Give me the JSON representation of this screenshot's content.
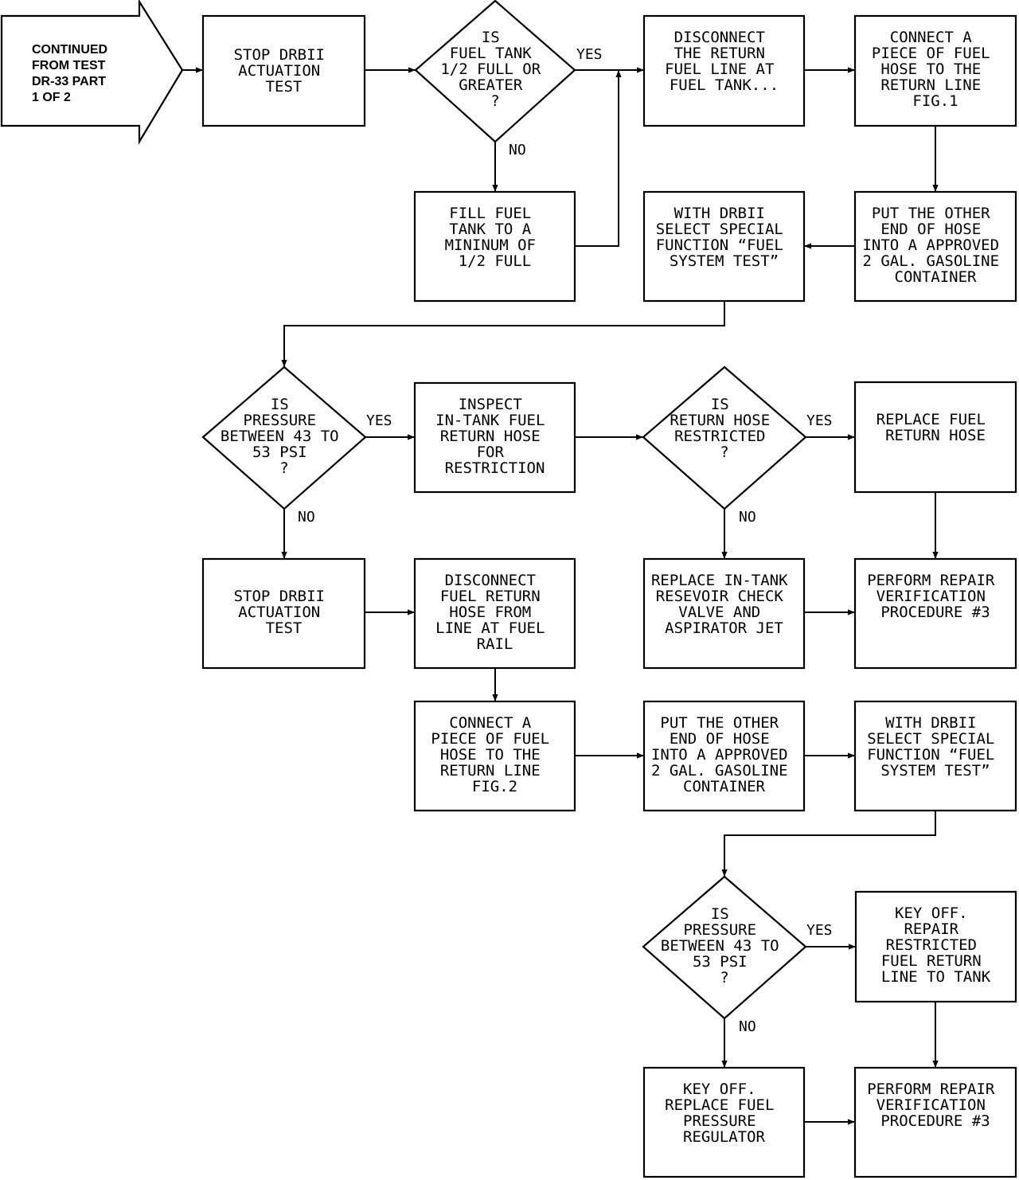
{
  "start": {
    "lines": [
      "CONTINUED",
      "FROM TEST",
      "DR-33 PART",
      "1 OF 2"
    ]
  },
  "nodes": {
    "n_stop1": {
      "lines": [
        "STOP DRBII",
        "ACTUATION",
        "TEST"
      ]
    },
    "d_tank": {
      "lines": [
        "IS",
        "FUEL TANK",
        "1/2 FULL OR",
        "GREATER",
        "?"
      ]
    },
    "n_fill": {
      "lines": [
        "FILL FUEL",
        "TANK TO A",
        "MININUM OF",
        "1/2 FULL"
      ]
    },
    "n_disc1": {
      "lines": [
        "DISCONNECT",
        "THE RETURN",
        "FUEL LINE AT",
        "FUEL TANK..."
      ]
    },
    "n_conn1": {
      "lines": [
        "CONNECT A",
        "PIECE OF FUEL",
        "HOSE TO THE",
        "RETURN LINE",
        "FIG.1"
      ]
    },
    "n_put1": {
      "lines": [
        "PUT THE OTHER",
        "END OF HOSE",
        "INTO A APPROVED",
        "2 GAL. GASOLINE",
        "CONTAINER"
      ]
    },
    "n_drb1": {
      "lines": [
        "WITH DRBII",
        "SELECT SPECIAL",
        "FUNCTION “FUEL",
        "SYSTEM TEST”"
      ]
    },
    "d_press1": {
      "lines": [
        "IS",
        "PRESSURE",
        "BETWEEN 43 TO",
        "53 PSI",
        "?"
      ]
    },
    "n_inspect": {
      "lines": [
        "INSPECT",
        "IN-TANK FUEL",
        "RETURN HOSE",
        "FOR",
        "RESTRICTION"
      ]
    },
    "d_restr": {
      "lines": [
        "IS",
        "RETURN HOSE",
        "RESTRICTED",
        "?"
      ]
    },
    "n_repl_hose": {
      "lines": [
        "REPLACE FUEL",
        "RETURN HOSE"
      ]
    },
    "n_stop2": {
      "lines": [
        "STOP DRBII",
        "ACTUATION",
        "TEST"
      ]
    },
    "n_disc2": {
      "lines": [
        "DISCONNECT",
        "FUEL RETURN",
        "HOSE FROM",
        "LINE AT FUEL",
        "RAIL"
      ]
    },
    "n_repl_check": {
      "lines": [
        "REPLACE IN-TANK",
        "RESEVOIR CHECK",
        "VALVE AND",
        "ASPIRATOR JET"
      ]
    },
    "n_verify1": {
      "lines": [
        "PERFORM REPAIR",
        "VERIFICATION",
        "PROCEDURE #3"
      ]
    },
    "n_conn2": {
      "lines": [
        "CONNECT A",
        "PIECE OF FUEL",
        "HOSE TO THE",
        "RETURN LINE",
        "FIG.2"
      ]
    },
    "n_put2": {
      "lines": [
        "PUT THE OTHER",
        "END OF HOSE",
        "INTO A APPROVED",
        "2 GAL. GASOLINE",
        "CONTAINER"
      ]
    },
    "n_drb2": {
      "lines": [
        "WITH DRBII",
        "SELECT SPECIAL",
        "FUNCTION “FUEL",
        "SYSTEM TEST”"
      ]
    },
    "d_press2": {
      "lines": [
        "IS",
        "PRESSURE",
        "BETWEEN 43 TO",
        "53 PSI",
        "?"
      ]
    },
    "n_keyoff_repair": {
      "lines": [
        "KEY OFF.",
        "REPAIR",
        "RESTRICTED",
        "FUEL RETURN",
        "LINE TO TANK"
      ]
    },
    "n_keyoff_reg": {
      "lines": [
        "KEY OFF.",
        "REPLACE FUEL",
        "PRESSURE",
        "REGULATOR"
      ]
    },
    "n_verify2": {
      "lines": [
        "PERFORM REPAIR",
        "VERIFICATION",
        "PROCEDURE #3"
      ]
    }
  },
  "edges": [
    {
      "from": "start",
      "to": "n_stop1",
      "label": ""
    },
    {
      "from": "n_stop1",
      "to": "d_tank",
      "label": ""
    },
    {
      "from": "d_tank",
      "to": "n_disc1",
      "label": "YES"
    },
    {
      "from": "d_tank",
      "to": "n_fill",
      "label": "NO"
    },
    {
      "from": "n_fill",
      "to": "n_disc1",
      "label": ""
    },
    {
      "from": "n_disc1",
      "to": "n_conn1",
      "label": ""
    },
    {
      "from": "n_conn1",
      "to": "n_put1",
      "label": ""
    },
    {
      "from": "n_put1",
      "to": "n_drb1",
      "label": ""
    },
    {
      "from": "n_drb1",
      "to": "d_press1",
      "label": ""
    },
    {
      "from": "d_press1",
      "to": "n_inspect",
      "label": "YES"
    },
    {
      "from": "d_press1",
      "to": "n_stop2",
      "label": "NO"
    },
    {
      "from": "n_inspect",
      "to": "d_restr",
      "label": ""
    },
    {
      "from": "d_restr",
      "to": "n_repl_hose",
      "label": "YES"
    },
    {
      "from": "d_restr",
      "to": "n_repl_check",
      "label": "NO"
    },
    {
      "from": "n_repl_hose",
      "to": "n_verify1",
      "label": ""
    },
    {
      "from": "n_repl_check",
      "to": "n_verify1",
      "label": ""
    },
    {
      "from": "n_stop2",
      "to": "n_disc2",
      "label": ""
    },
    {
      "from": "n_disc2",
      "to": "n_conn2",
      "label": ""
    },
    {
      "from": "n_conn2",
      "to": "n_put2",
      "label": ""
    },
    {
      "from": "n_put2",
      "to": "n_drb2",
      "label": ""
    },
    {
      "from": "n_drb2",
      "to": "d_press2",
      "label": ""
    },
    {
      "from": "d_press2",
      "to": "n_keyoff_repair",
      "label": "YES"
    },
    {
      "from": "d_press2",
      "to": "n_keyoff_reg",
      "label": "NO"
    },
    {
      "from": "n_keyoff_repair",
      "to": "n_verify2",
      "label": ""
    },
    {
      "from": "n_keyoff_reg",
      "to": "n_verify2",
      "label": ""
    }
  ]
}
